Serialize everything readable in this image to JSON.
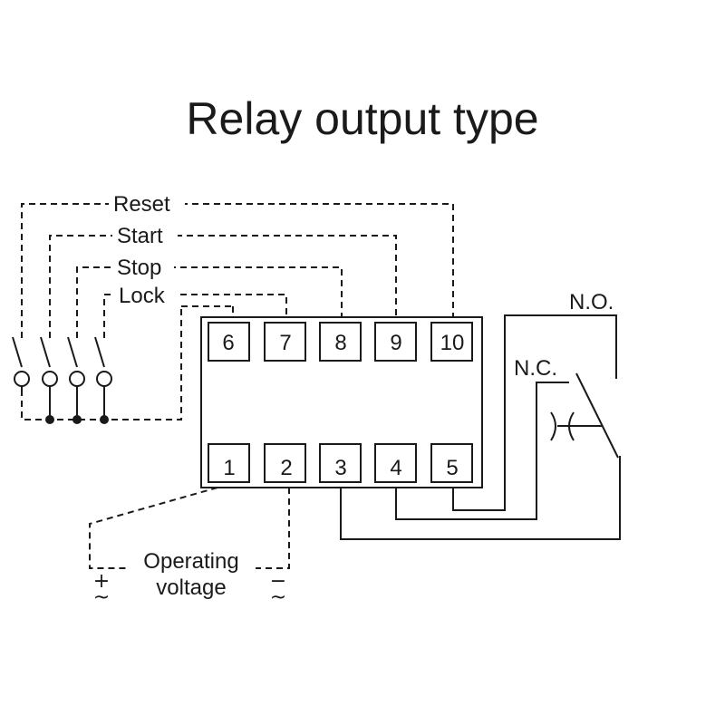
{
  "title": "Relay output type",
  "inputs": {
    "reset": "Reset",
    "start": "Start",
    "stop": "Stop",
    "lock": "Lock"
  },
  "terminals": {
    "top": [
      "6",
      "7",
      "8",
      "9",
      "10"
    ],
    "bottom": [
      "1",
      "2",
      "3",
      "4",
      "5"
    ]
  },
  "contacts": {
    "no": "N.O.",
    "nc": "N.C."
  },
  "supply": {
    "line1": "Operating",
    "line2": "voltage",
    "plus": "+",
    "minus": "−",
    "ac": "~"
  }
}
